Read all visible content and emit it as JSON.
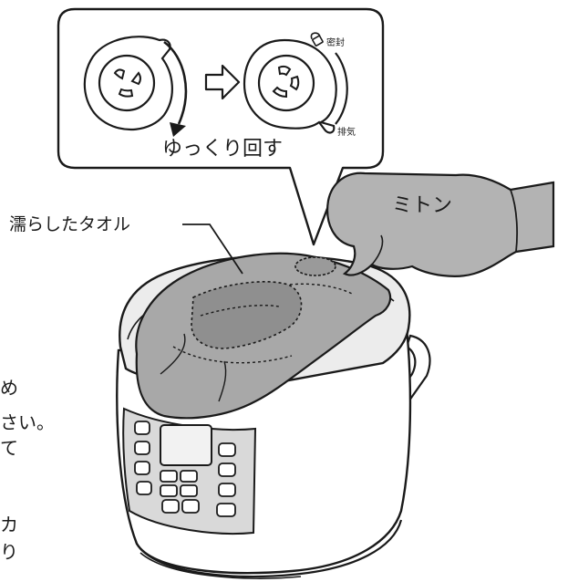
{
  "callout": {
    "caption": "ゆっくり回す",
    "seal_label": "密封",
    "vent_label": "排気"
  },
  "labels": {
    "wet_towel": "濡らしたタオル",
    "mitten": "ミトン"
  },
  "cutoff_text": {
    "line1": "め",
    "line2": "さい。",
    "line3": "て",
    "line4": "カ",
    "line5": "り"
  },
  "colors": {
    "outline": "#1a1a1a",
    "towel": "#a8a8a8",
    "towel_dark": "#8f8f8f",
    "mitten": "#b3b3b3",
    "panel": "#d9d9d9",
    "lid": "#ececec",
    "body": "#ffffff"
  }
}
